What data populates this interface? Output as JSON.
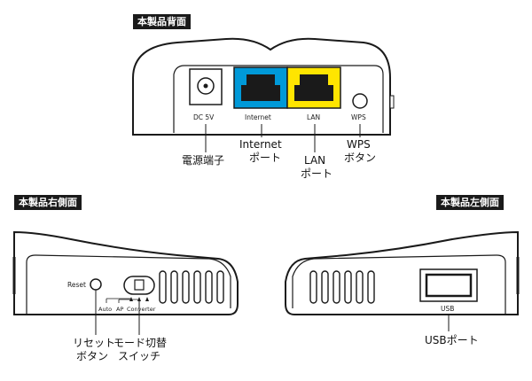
{
  "rear_panel": {
    "title": "本製品背面",
    "port_labels": {
      "dc": "DC 5V",
      "internet": "Internet",
      "lan": "LAN",
      "wps": "WPS"
    },
    "callouts": {
      "power": "電源端子",
      "internet_line1": "Internet",
      "internet_line2": "ポート",
      "lan_line1": "LAN",
      "lan_line2": "ポート",
      "wps_line1": "WPS",
      "wps_line2": "ボタン"
    },
    "colors": {
      "internet_port": "#0099d8",
      "lan_port": "#ffe500"
    }
  },
  "right_side": {
    "title": "本製品右側面",
    "reset_label": "Reset",
    "switch_positions": {
      "auto": "Auto",
      "ap": "AP",
      "converter": "Converter"
    },
    "callouts": {
      "reset_line1": "リセット",
      "reset_line2": "ボタン",
      "switch_line1": "モード切替",
      "switch_line2": "スイッチ"
    }
  },
  "left_side": {
    "title": "本製品左側面",
    "usb_label": "USB",
    "callouts": {
      "usb": "USBポート"
    }
  }
}
